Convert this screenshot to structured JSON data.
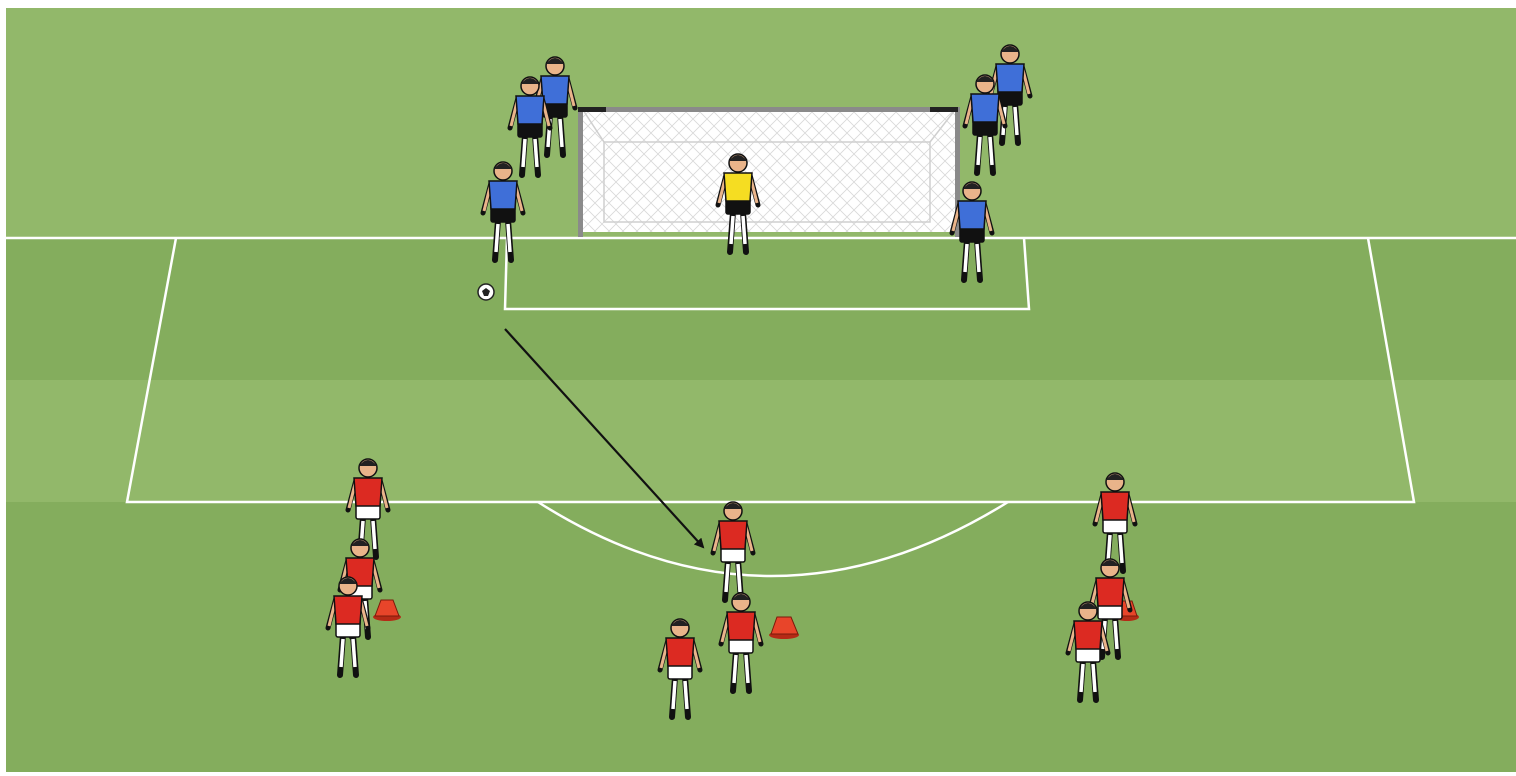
{
  "diagram": {
    "type": "soccer-drill",
    "colors": {
      "grass_light": "#92b86a",
      "grass_dark": "#84ad5d",
      "line": "#ffffff",
      "team_blue": "#3f6fd8",
      "team_red": "#dc2a22",
      "goalkeeper": "#f5dd22",
      "cone": "#e8452a",
      "arrow": "#111111"
    },
    "pass": {
      "from": "blue-attacker-ball",
      "to": "red-player-center",
      "style": "solid-arrow"
    },
    "groups": {
      "blue_team_left": {
        "count": 3,
        "jersey": "blue",
        "note": "with ball"
      },
      "blue_team_right": {
        "count": 3,
        "jersey": "blue"
      },
      "goalkeeper": {
        "count": 1,
        "jersey": "yellow"
      },
      "red_team_left": {
        "count": 3,
        "jersey": "red"
      },
      "red_team_center": {
        "count": 3,
        "jersey": "red"
      },
      "red_team_right": {
        "count": 3,
        "jersey": "red"
      }
    },
    "equipment": {
      "cones": 3,
      "balls": 1,
      "goals": 1
    }
  }
}
